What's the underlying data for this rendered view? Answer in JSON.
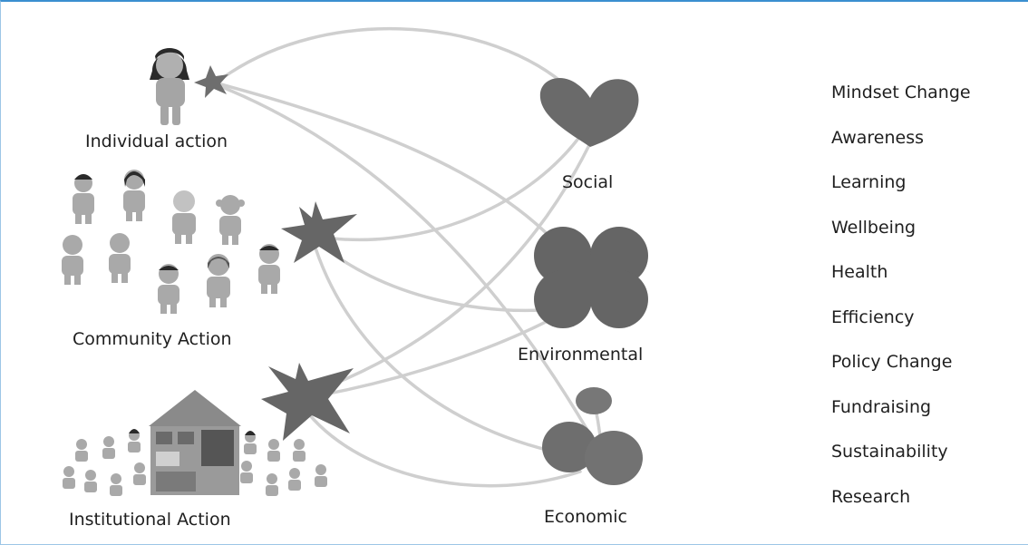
{
  "actions": {
    "individual": "Individual action",
    "community": "Community Action",
    "institutional": "Institutional Action"
  },
  "impacts": {
    "social": "Social",
    "environmental": "Environmental",
    "economic": "Economic"
  },
  "outcomes": [
    "Mindset Change",
    "Awareness",
    "Learning",
    "Wellbeing",
    "Health",
    "Efficiency",
    "Policy Change",
    "Fundraising",
    "Sustainability",
    "Research"
  ],
  "colors": {
    "frame": "#3b8fd0",
    "connector": "#c8c8c8",
    "shape": "#6a6a6a",
    "person": "#a9a9a9",
    "text": "#1f1f1f"
  }
}
